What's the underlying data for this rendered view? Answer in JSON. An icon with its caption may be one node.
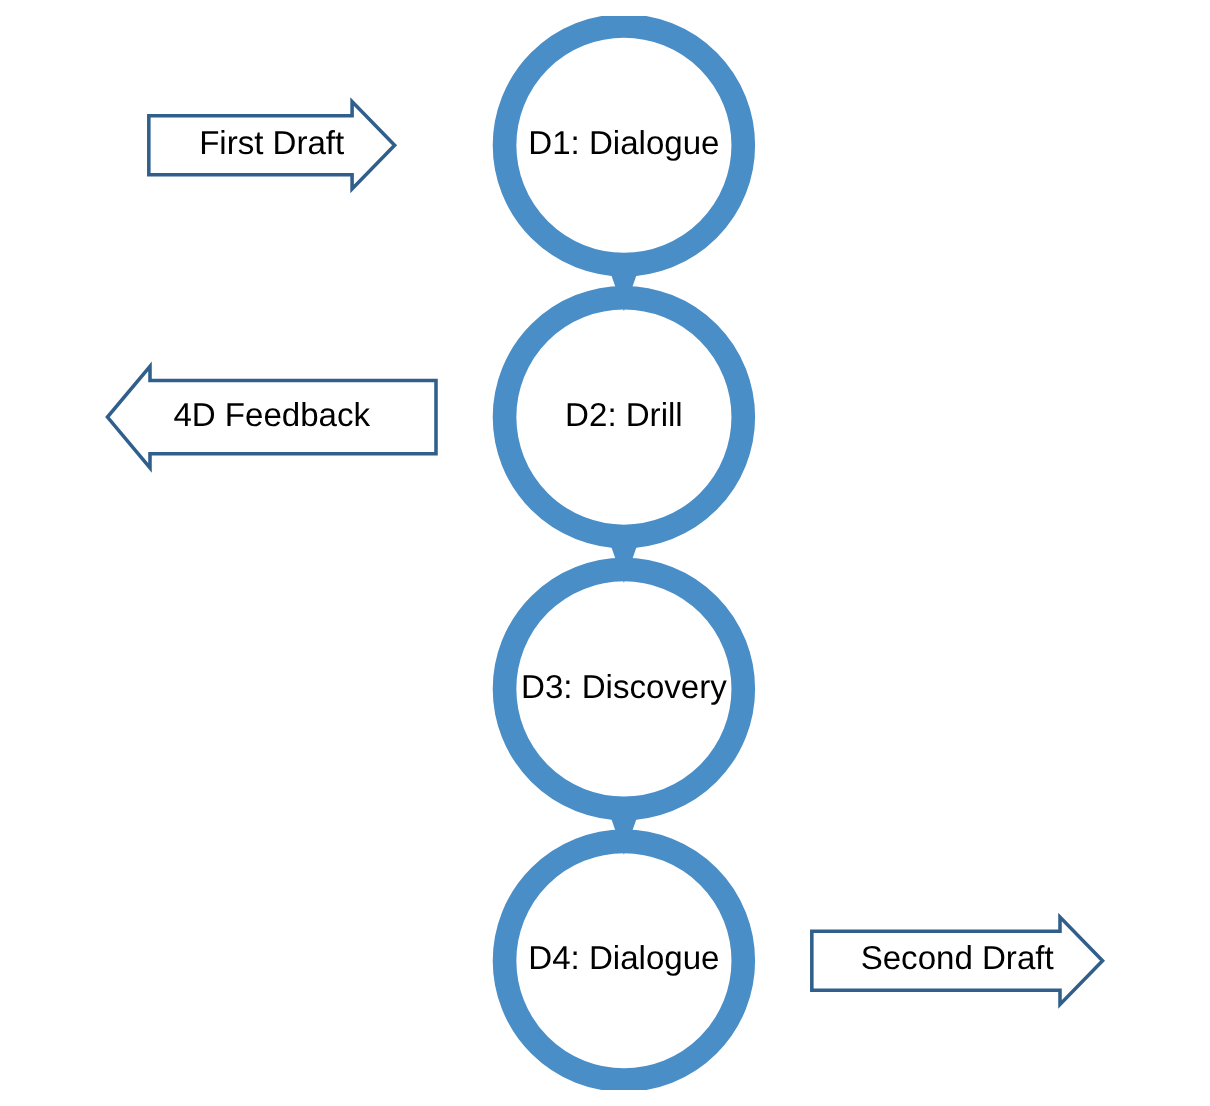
{
  "diagram": {
    "nodes": [
      {
        "text": [
          "First Draft"
        ]
      },
      {
        "text": [
          "D1: Dialogue"
        ]
      },
      {
        "text": [
          "4D Feedback"
        ]
      },
      {
        "text": [
          "D2: Drill"
        ]
      },
      {
        "text": [
          "D3: Discovery"
        ]
      },
      {
        "text": [
          "D4: Dialogue"
        ]
      },
      {
        "text": [
          "Second Draft"
        ]
      }
    ],
    "edges": [
      {
        "from": 1,
        "to": 3,
        "arrow": "to"
      },
      {
        "from": 3,
        "to": 4,
        "arrow": "to"
      },
      {
        "from": 4,
        "to": 5,
        "arrow": "to"
      }
    ]
  }
}
